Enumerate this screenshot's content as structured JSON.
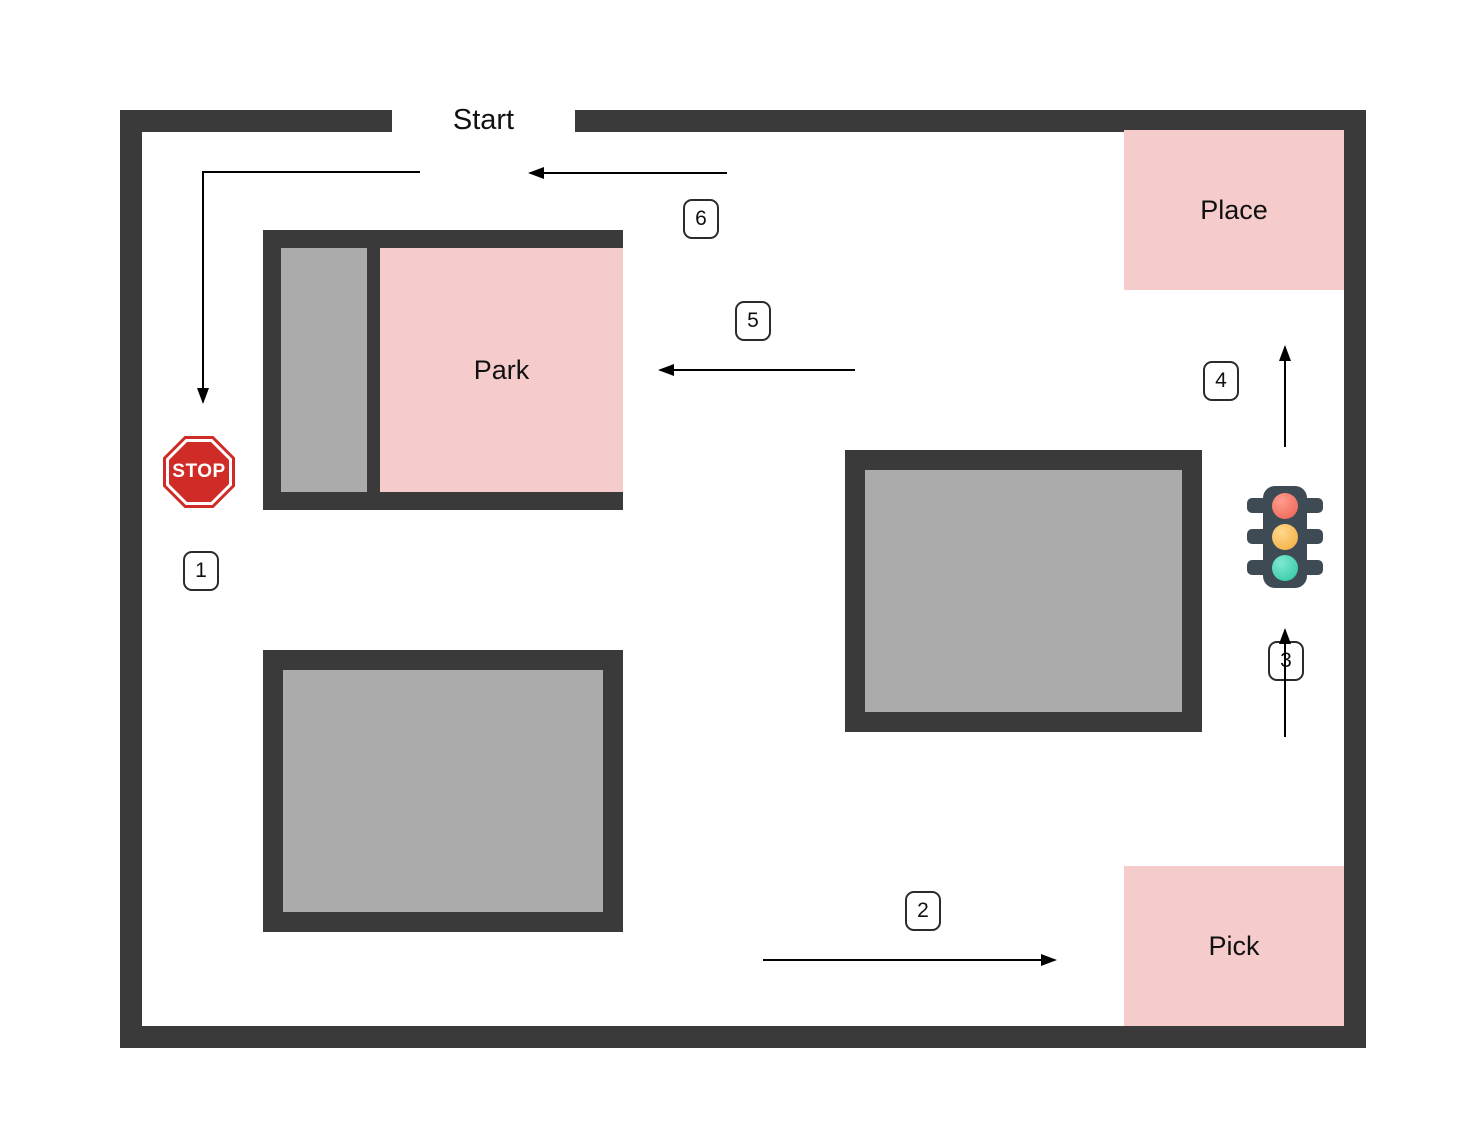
{
  "diagram": {
    "type": "course-route-map",
    "start_label": "Start",
    "zones": {
      "place": {
        "label": "Place",
        "color": "#f5cccb"
      },
      "park": {
        "label": "Park",
        "color": "#f5cccb"
      },
      "pick": {
        "label": "Pick",
        "color": "#f5cccb"
      }
    },
    "stop_sign": {
      "label": "STOP",
      "color": "#cf2b27"
    },
    "steps": [
      {
        "number": "1"
      },
      {
        "number": "2"
      },
      {
        "number": "3"
      },
      {
        "number": "4"
      },
      {
        "number": "5"
      },
      {
        "number": "6"
      }
    ],
    "route_arrows": [
      {
        "step": "1",
        "direction": "left-then-down",
        "from": "Start",
        "to": "STOP sign"
      },
      {
        "step": "2",
        "direction": "right",
        "to": "Pick"
      },
      {
        "step": "3",
        "direction": "up",
        "to": "traffic light"
      },
      {
        "step": "4",
        "direction": "up",
        "to": "Place"
      },
      {
        "step": "5",
        "direction": "left",
        "to": "Park"
      },
      {
        "step": "6",
        "direction": "left",
        "to": "Start"
      }
    ],
    "icons": {
      "stop_sign": "stop-sign-icon",
      "traffic_light": "traffic-light-icon"
    },
    "colors": {
      "wall": "#3a3a3a",
      "obstacle_fill": "#ababab",
      "zone_fill": "#f5cccb",
      "arrow": "#000000",
      "stop_red": "#cf2b27",
      "traffic_housing": "#3f4b54",
      "traffic_red": "#ec5f52",
      "traffic_yellow": "#f2a93b",
      "traffic_green": "#2dc5a2"
    }
  }
}
